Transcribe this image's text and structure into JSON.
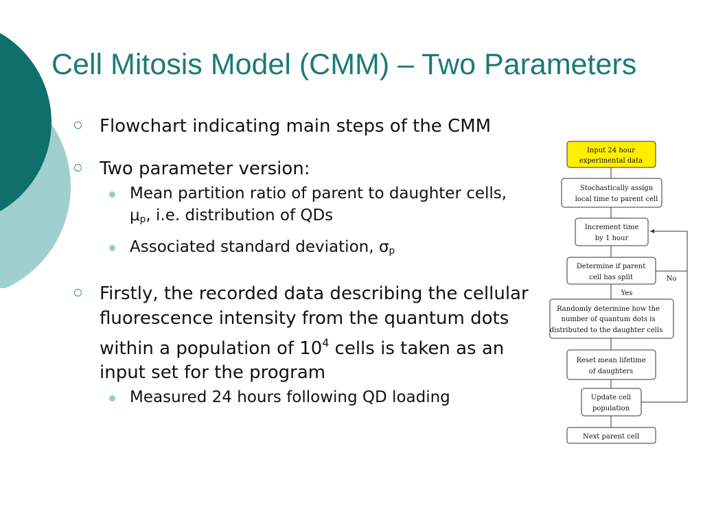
{
  "slide": {
    "title": "Cell Mitosis Model (CMM) – Two Parameters",
    "bullets": [
      {
        "text": "Flowchart indicating main steps of the CMM"
      },
      {
        "text": "Two parameter version:",
        "sub": [
          {
            "text_a": "Mean partition ratio of parent to daughter cells, μ",
            "sub_a": "p",
            "text_b": ", i.e. distribution of QDs"
          },
          {
            "text_a": "Associated standard deviation, σ",
            "sub_a": "p"
          }
        ]
      },
      {
        "text_a": "Firstly, the recorded data describing the cellular fluorescence intensity from the quantum dots within a population of 10",
        "sup_a": "4",
        "text_b": " cells is taken as an input set for the program",
        "sub": [
          {
            "text": "Measured 24 hours following QD loading"
          }
        ]
      }
    ]
  },
  "flowchart": {
    "highlight_color": "#ffee00",
    "boxes": [
      {
        "lines": [
          "Input 24 hour",
          "experimental data"
        ]
      },
      {
        "lines": [
          "Stochastically assign",
          "local time to parent cell"
        ]
      },
      {
        "lines": [
          "Increment time",
          "by 1 hour"
        ]
      },
      {
        "lines": [
          "Determine if parent",
          "cell has split"
        ]
      },
      {
        "lines": [
          "Randomly determine how the",
          "number of quantum dots is",
          "distributed to the daughter cells"
        ]
      },
      {
        "lines": [
          "Reset mean lifetime",
          "of daughters"
        ]
      },
      {
        "lines": [
          "Update cell",
          "population"
        ]
      },
      {
        "lines": [
          "Next parent cell"
        ]
      }
    ],
    "yes_label": "Yes",
    "no_label": "No"
  },
  "theme": {
    "dark_teal": "#0e6f6b",
    "light_teal": "#9fd0cf",
    "title_color": "#1b7a78"
  }
}
